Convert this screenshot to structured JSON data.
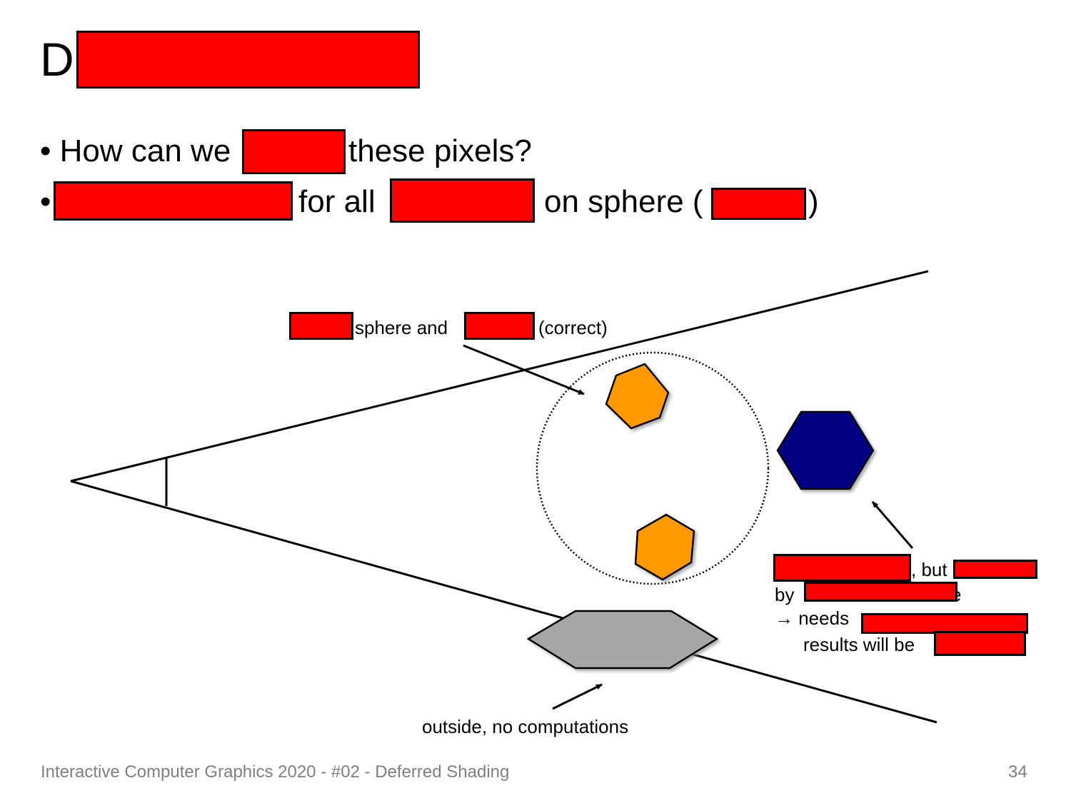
{
  "slide": {
    "title_visible": "D",
    "bullets": [
      {
        "marker": "•",
        "pre": "How can we",
        "post": "these pixels?"
      },
      {
        "marker": "•",
        "mid1": "for all",
        "mid2": "on sphere (",
        "end": ")"
      }
    ]
  },
  "diagram": {
    "label_top_mid": "sphere and",
    "label_top_correct": "(correct)",
    "label_bottom": "outside, no computations",
    "label_right_but": ", but",
    "label_right_by": "by",
    "label_right_e": "e",
    "label_right_needs": "→ needs",
    "label_right_results": "results will be",
    "colors": {
      "orange": "#ff9900",
      "navy": "#000080",
      "gray": "#a6a6a6",
      "redaction": "#ff0000"
    }
  },
  "footer": {
    "text": "Interactive Computer Graphics 2020 - #02 - Deferred Shading",
    "page": "34"
  }
}
